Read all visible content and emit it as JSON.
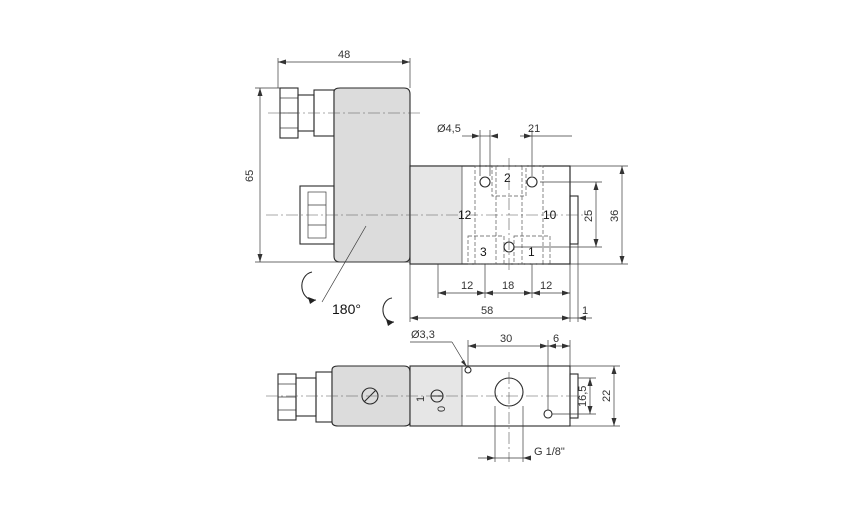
{
  "dimensions": {
    "top_width": "48",
    "height_total": "65",
    "hole_dia": "Ø4,5",
    "hole_spacing": "21",
    "height_inner": "25",
    "height_outer": "36",
    "port_spacing_left": "12",
    "port_spacing_mid": "18",
    "port_spacing_right": "12",
    "length_total": "58",
    "offset": "1",
    "small_hole_dia": "Ø3,3",
    "bottom_spacing": "30",
    "bottom_edge": "6",
    "bottom_height_inner": "16,5",
    "bottom_height_outer": "22",
    "thread": "G 1/8\""
  },
  "ports": {
    "p2": "2",
    "p12": "12",
    "p10": "10",
    "p3": "3",
    "p1": "1"
  },
  "rotation_label": "180°",
  "switch_labels": {
    "on": "1",
    "off": "0"
  }
}
